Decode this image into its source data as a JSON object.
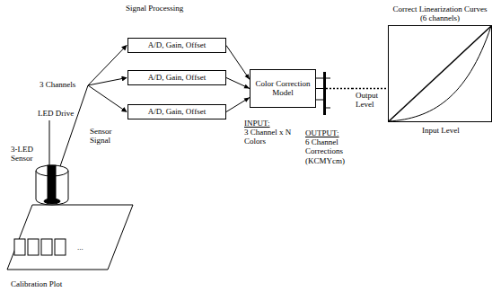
{
  "diagram": {
    "title": "Signal Processing",
    "nodes": [
      {
        "text": [
          "A/D, Gain, Offset"
        ]
      },
      {
        "text": [
          "A/D, Gain, Offset"
        ]
      },
      {
        "text": [
          "A/D, Gain, Offset"
        ]
      },
      {
        "text": [
          "Color Correction Model"
        ]
      },
      {
        "text": [
          "Correct Linearization Curves (6 channels)"
        ]
      }
    ],
    "edges": [
      {
        "from": 0,
        "to": 3,
        "arrow": "to"
      },
      {
        "from": 1,
        "to": 3,
        "arrow": "to"
      },
      {
        "from": 2,
        "to": 3,
        "arrow": "to"
      },
      {
        "from": 3,
        "to": 4,
        "arrow": "none"
      }
    ],
    "labels": [
      "3 Channels",
      "LED Drive",
      "Sensor Signal",
      "3-LED Sensor",
      "INPUT:",
      "3 Channel x N Colors",
      "OUTPUT:",
      "6 Channel Corrections (KCMYcm)",
      "Output Level",
      "Input Level",
      "...",
      "Calibration Plot"
    ]
  }
}
